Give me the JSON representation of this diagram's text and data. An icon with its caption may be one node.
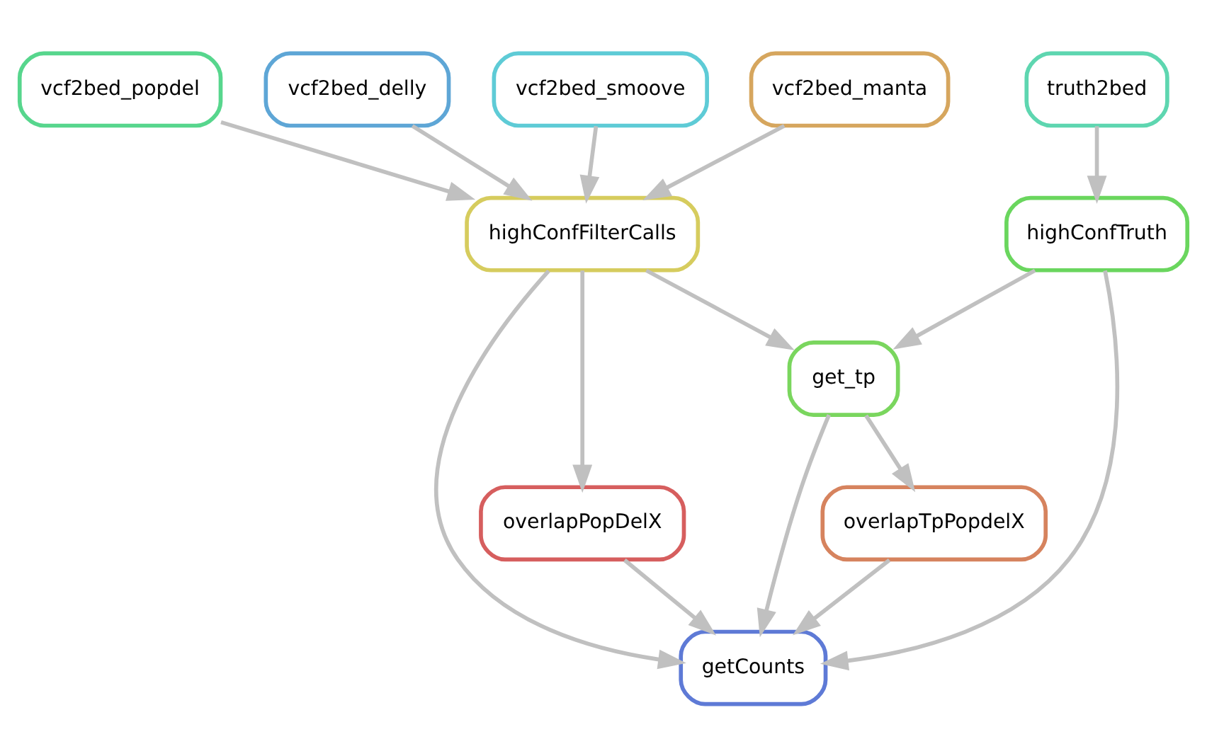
{
  "diagram": {
    "nodes": [
      {
        "text": [
          "vcf2bed_popdel"
        ]
      },
      {
        "text": [
          "vcf2bed_delly"
        ]
      },
      {
        "text": [
          "vcf2bed_smoove"
        ]
      },
      {
        "text": [
          "vcf2bed_manta"
        ]
      },
      {
        "text": [
          "truth2bed"
        ]
      },
      {
        "text": [
          "highConfFilterCalls"
        ]
      },
      {
        "text": [
          "highConfTruth"
        ]
      },
      {
        "text": [
          "get_tp"
        ]
      },
      {
        "text": [
          "overlapPopDelX"
        ]
      },
      {
        "text": [
          "overlapTpPopdelX"
        ]
      },
      {
        "text": [
          "getCounts"
        ]
      }
    ],
    "edges": [
      {
        "from": 0,
        "to": 5,
        "arrow": "to"
      },
      {
        "from": 1,
        "to": 5,
        "arrow": "to"
      },
      {
        "from": 2,
        "to": 5,
        "arrow": "to"
      },
      {
        "from": 3,
        "to": 5,
        "arrow": "to"
      },
      {
        "from": 4,
        "to": 6,
        "arrow": "to"
      },
      {
        "from": 5,
        "to": 7,
        "arrow": "to"
      },
      {
        "from": 6,
        "to": 7,
        "arrow": "to"
      },
      {
        "from": 5,
        "to": 10,
        "arrow": "to"
      },
      {
        "from": 5,
        "to": 8,
        "arrow": "to"
      },
      {
        "from": 7,
        "to": 10,
        "arrow": "to"
      },
      {
        "from": 7,
        "to": 9,
        "arrow": "to"
      },
      {
        "from": 6,
        "to": 10,
        "arrow": "to"
      },
      {
        "from": 8,
        "to": 10,
        "arrow": "to"
      },
      {
        "from": 9,
        "to": 10,
        "arrow": "to"
      }
    ]
  }
}
